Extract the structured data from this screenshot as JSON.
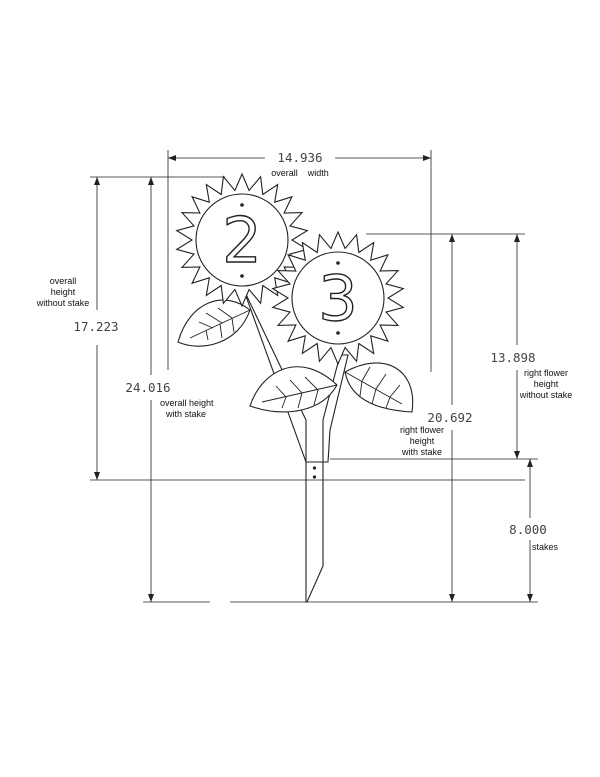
{
  "drawing": {
    "house_numbers": [
      "2",
      "3"
    ],
    "dimensions": {
      "overall_width": {
        "value": "14.936",
        "label": "overall    width"
      },
      "height_without_stake": {
        "value": "17.223",
        "label": [
          "overall",
          "height",
          "without stake"
        ]
      },
      "height_with_stake": {
        "value": "24.016",
        "label": [
          "overall height",
          "with stake"
        ]
      },
      "right_flower_without_stake": {
        "value": "13.898",
        "label": [
          "right flower",
          "height",
          "without stake"
        ]
      },
      "right_flower_with_stake": {
        "value": "20.692",
        "label": [
          "right flower",
          "height",
          "with stake"
        ]
      },
      "stakes": {
        "value": "8.000",
        "label": "stakes"
      }
    }
  }
}
